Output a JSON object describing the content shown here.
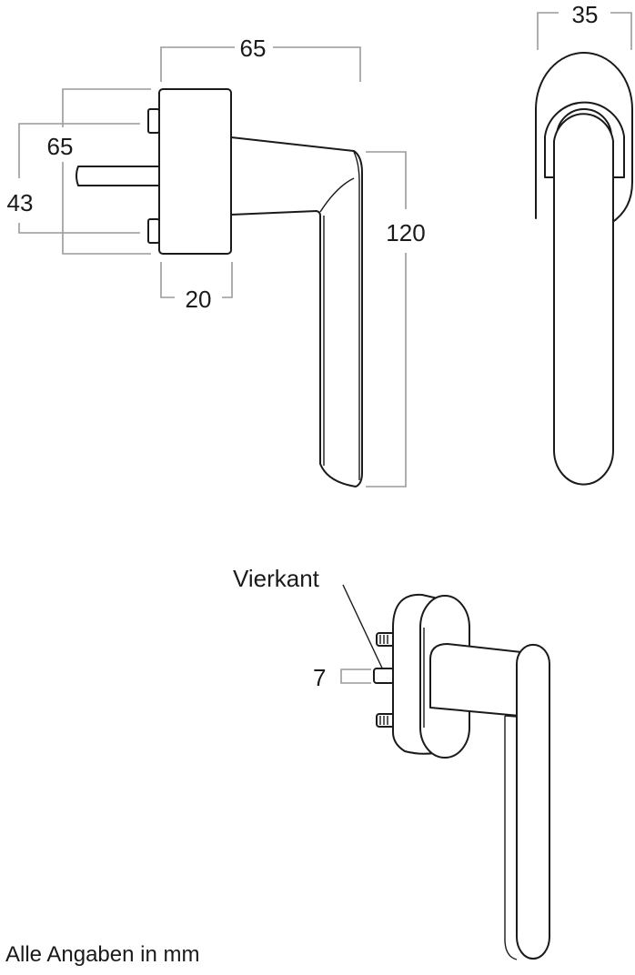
{
  "side_view": {
    "dim_width_top": "65",
    "dim_rosette_height": "65",
    "dim_screw_spacing": "43",
    "dim_rosette_depth": "20",
    "dim_handle_length": "120"
  },
  "front_view": {
    "dim_width": "35"
  },
  "perspective_view": {
    "callout_label": "Vierkant",
    "dim_spindle": "7"
  },
  "footer": {
    "note": "Alle Angaben in mm"
  },
  "colors": {
    "line": "#1a1a1a",
    "dimension": "#9a9a9a",
    "background": "#ffffff"
  }
}
